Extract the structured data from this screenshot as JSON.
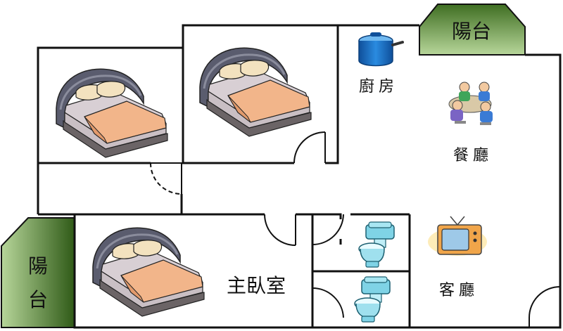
{
  "plan": {
    "balcony_top": "陽台",
    "balcony_left_line1": "陽",
    "balcony_left_line2": "台",
    "kitchen": "廚房",
    "dining": "餐廳",
    "living": "客廳",
    "master_bedroom": "主臥室"
  },
  "colors": {
    "wall": "#111111",
    "balcony_light": "#a8c98a",
    "balcony_dark": "#3f6e22",
    "bed_blanket": "#f2b58a",
    "bed_sheet": "#c9bfc4",
    "bed_frame": "#6b6466",
    "headboard": "#5a5c6e",
    "pillow": "#f3e2bf",
    "pot": "#1d74c9",
    "toilet": "#7fd3e6"
  }
}
